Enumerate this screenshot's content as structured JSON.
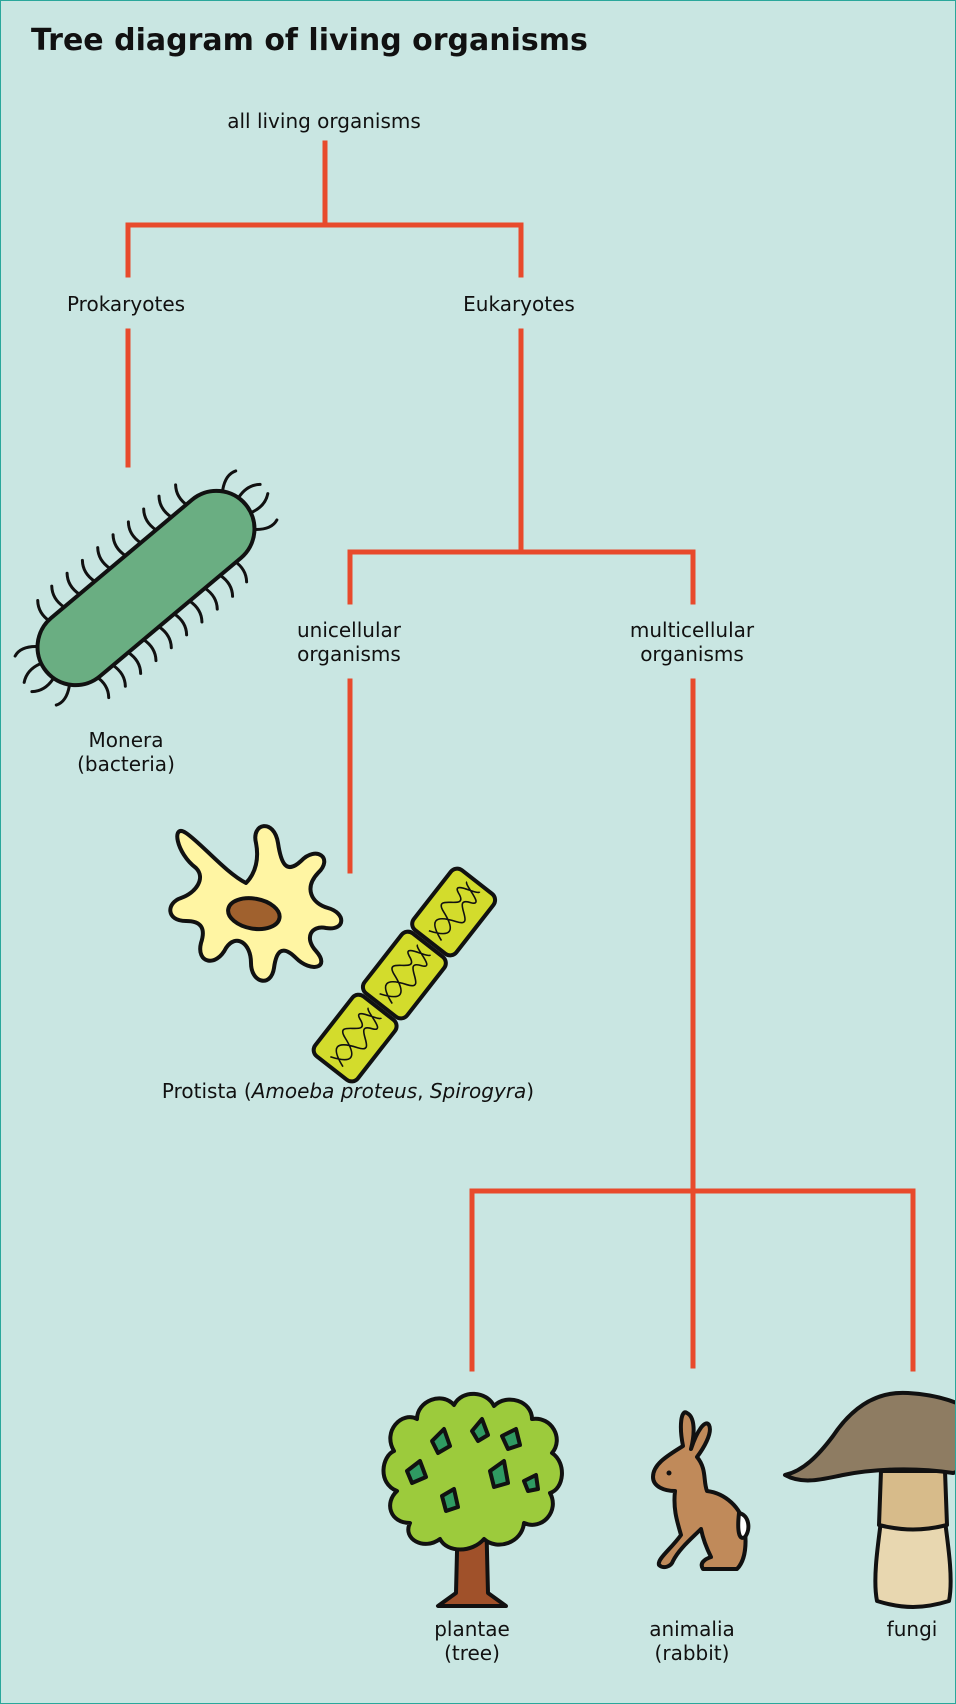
{
  "title": "Tree diagram of living organisms",
  "nodes": {
    "root": "all living organisms",
    "prokaryotes": "Prokaryotes",
    "eukaryotes": "Eukaryotes",
    "unicellular": [
      "unicellular",
      "organisms"
    ],
    "multicellular": [
      "multicellular",
      "organisms"
    ],
    "monera": [
      "Monera",
      "(bacteria)"
    ],
    "protista": {
      "prefix": "Protista (",
      "species1": "Amoeba proteus",
      "sep": ", ",
      "species2": "Spirogyra",
      "suffix": ")"
    },
    "plantae": [
      "plantae",
      "(tree)"
    ],
    "animalia": [
      "animalia",
      "(rabbit)"
    ],
    "fungi": "fungi"
  },
  "colors": {
    "background": "#c9e6e2",
    "border": "#2aa79b",
    "branch_line": "#e84a2c",
    "bacterium": "#6aae82",
    "amoeba": "#fff5a3",
    "amoeba_nucleus": "#a0612e",
    "spirogyra": "#d3dc2c",
    "tree_foliage": "#9ccb3c",
    "tree_trunk": "#a0512a",
    "rabbit": "#c08a5a",
    "mushroom_cap": "#8e7c62",
    "mushroom_stem": "#e8d7b0"
  },
  "icons": [
    "bacterium-icon",
    "amoeba-icon",
    "spirogyra-icon",
    "tree-icon",
    "rabbit-icon",
    "mushroom-icon"
  ]
}
